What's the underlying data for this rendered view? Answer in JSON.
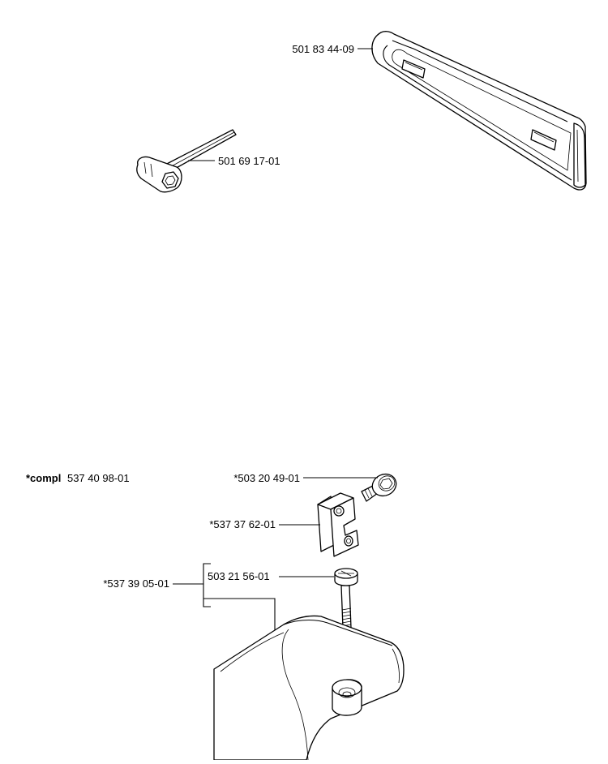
{
  "parts": {
    "bar_guard": "501 83 44-09",
    "combination_wrench": "501 69 17-01",
    "screw_upper": "*503 20 49-01",
    "block": "*537 37 62-01",
    "kit_group": "*537 39 05-01",
    "screw_lower": "503 21 56-01"
  },
  "kit": {
    "prefix": "*compl",
    "number": "537 40 98-01"
  },
  "colors": {
    "line": "#000000",
    "background": "#ffffff",
    "shading": "#e6e6e6"
  }
}
